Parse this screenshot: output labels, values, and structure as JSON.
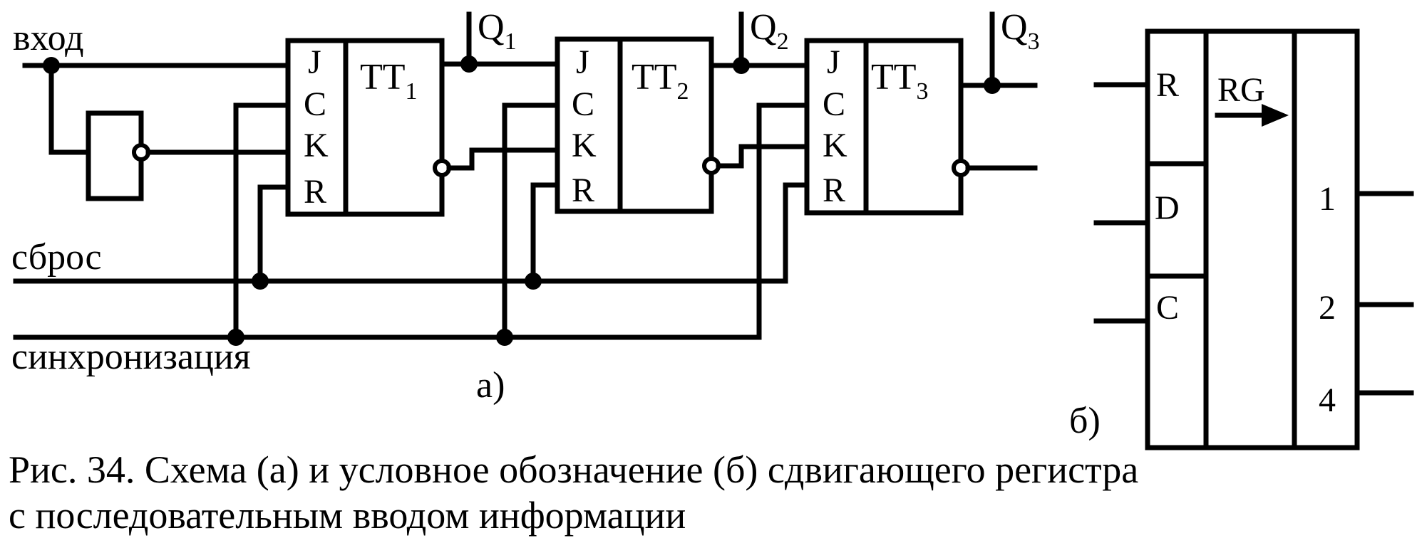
{
  "labels": {
    "input": "вход",
    "reset": "сброс",
    "sync": "синхронизация",
    "part_a": "а)",
    "part_b": "б)"
  },
  "flipflops": [
    {
      "name": "TT",
      "index": "1",
      "pins": [
        "J",
        "C",
        "K",
        "R"
      ],
      "output": "Q",
      "output_index": "1"
    },
    {
      "name": "TT",
      "index": "2",
      "pins": [
        "J",
        "C",
        "K",
        "R"
      ],
      "output": "Q",
      "output_index": "2"
    },
    {
      "name": "TT",
      "index": "3",
      "pins": [
        "J",
        "C",
        "K",
        "R"
      ],
      "output": "Q",
      "output_index": "3"
    }
  ],
  "register": {
    "title": "RG",
    "inputs": [
      "R",
      "D",
      "C"
    ],
    "outputs": [
      "1",
      "2",
      "4"
    ]
  },
  "caption": {
    "line1": "Рис. 34. Схема (а) и условное обозначение (б) сдвигающего регистра",
    "line2": "с последовательным вводом информации"
  }
}
